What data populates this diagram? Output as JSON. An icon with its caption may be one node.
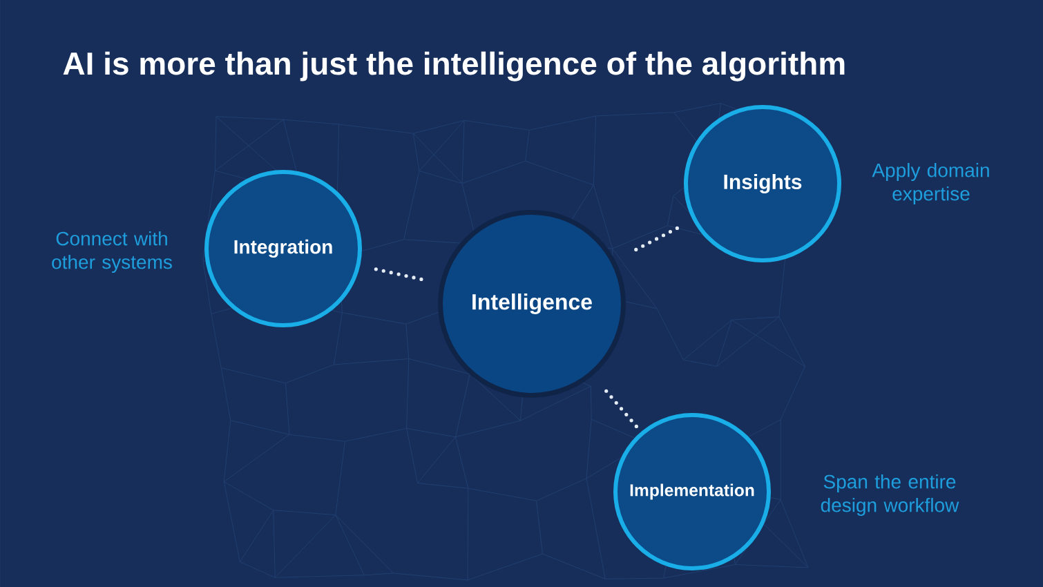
{
  "diagram": {
    "title": "AI is more than just the intelligence of the algorithm",
    "nodes": [
      {
        "text": [
          "Integration"
        ],
        "beside": [
          "Connect with other systems"
        ]
      },
      {
        "text": [
          "Intelligence"
        ]
      },
      {
        "text": [
          "Insights"
        ],
        "beside": [
          "Apply domain expertise"
        ]
      },
      {
        "text": [
          "Implementation"
        ],
        "beside": [
          "Span the entire design workflow"
        ]
      }
    ],
    "edges": [
      {
        "from": 1,
        "to": 0,
        "arrow": "none"
      },
      {
        "from": 1,
        "to": 2,
        "arrow": "none"
      },
      {
        "from": 1,
        "to": 3,
        "arrow": "none"
      }
    ]
  }
}
